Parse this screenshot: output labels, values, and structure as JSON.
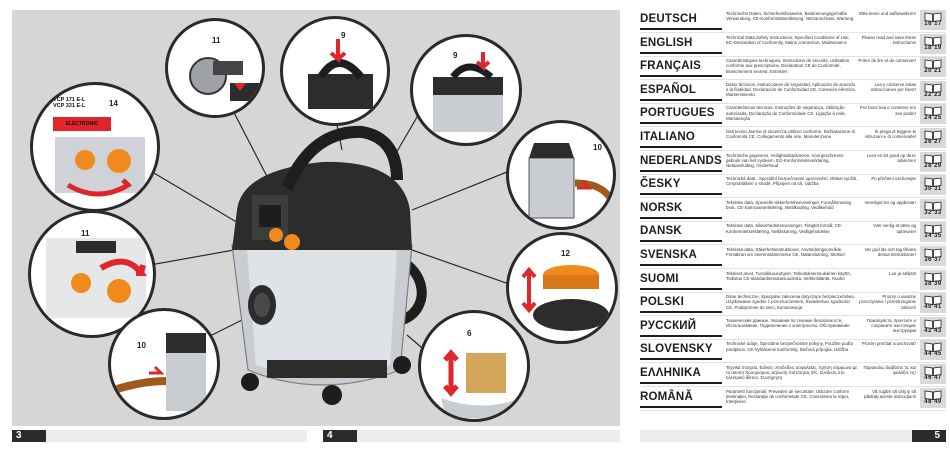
{
  "pages": {
    "left": "3",
    "middle": "4",
    "right": "5"
  },
  "callouts": [
    {
      "num": "11"
    },
    {
      "num": "9"
    },
    {
      "num": "9"
    },
    {
      "num": "10"
    },
    {
      "num": "14"
    },
    {
      "num": "11"
    },
    {
      "num": "12"
    },
    {
      "num": "10"
    },
    {
      "num": "6"
    }
  ],
  "label_14": {
    "line1": "VCP 171 E-L",
    "line2": "VCP 331 E-L",
    "tag": "ELECTRONIC"
  },
  "colors": {
    "accent": "#f08a1c",
    "body": "#c9ccd1",
    "dark": "#2c2c2c",
    "red": "#e0252b"
  },
  "languages": [
    {
      "name": "DEUTSCH",
      "desc": "Technische Daten, Sicherheitshinweise, Bestimmungsgemäße Verwendung, CE-Konformitätserklärung, Netzanschluss, Wartung",
      "note": "Bitte lesen und aufbewahren!",
      "pages": "16 17"
    },
    {
      "name": "ENGLISH",
      "desc": "Technical Data,Safety Instructions, Specified Conditions of Use, EC-Declaration of Conformity, Mains connection, Maintenance",
      "note": "Please read and save these instructions!",
      "pages": "18 19"
    },
    {
      "name": "FRANÇAIS",
      "desc": "Caractéristiques techniques, Instructions de sécurité, Utilisation conforme aux prescriptions, Déclaration CE de Conformité, Branchement secteur, Entretien",
      "note": "Prière de lire et de conserver!",
      "pages": "20 21"
    },
    {
      "name": "ESPAÑOL",
      "desc": "Datos técnicos, Instrucciones de seguridad, Aplicación de acuerdo a la finalidad, Declaración de Conformidad CE, Conexión eléctrica, Mantenimiento",
      "note": "Lea y conserve estas instrucciones por favor!",
      "pages": "22 23"
    },
    {
      "name": "PORTUGUES",
      "desc": "Características técnicas, Instruções de segurança, Utilização autorizada, Declaração de Conformidade CE, Ligação à rede, Manutenção",
      "note": "Por favor leia e conserve em seu poder!",
      "pages": "24 25"
    },
    {
      "name": "ITALIANO",
      "desc": "Dati tecnici,Norme di sicurezza,Utilizzo conforme, Dichiarazione di Conformità CE, Collegamento alla rete, Manutenzione",
      "note": "Si prega di leggere le istruzioni e di conservarle!",
      "pages": "26 27"
    },
    {
      "name": "NEDERLANDS",
      "desc": "Technische gegevens, Veiligheidsadviezen, Voorgeschreven gebruik van het systeem, EG-Konformiteitsverklaring, Netaansluiting, Onderhoud",
      "note": "Lees en let goed op deze adviezen!",
      "pages": "28 29"
    },
    {
      "name": "ČESKY",
      "desc": "Technická data , Speciální bezpečnostní upozornění, Oblast využití, Cerprohlášení o shodě, Připojení na sít, Údržba",
      "note": "Po přečtení uschovejte",
      "pages": "30 31"
    },
    {
      "name": "NORSK",
      "desc": "Tekniske data, Spesielle sikkerhetshenvisninger, Formålsmessig bruk, CE-Samsvarserklæring, Nettilkopling, Vedlikehold",
      "note": "Vennligst les og oppbevar!",
      "pages": "32 33"
    },
    {
      "name": "DANSK",
      "desc": "Tekniske data, Sikkerhedshenvisninger, Tilsigtet formål, CE-Konformitetserklæring, Nettilslutning, Vedligeholdelse",
      "note": "Vær venlig at læse og opbevare!",
      "pages": "34 35"
    },
    {
      "name": "SVENSKA",
      "desc": "Tekniska data, Säkerhetsinstruktioner, Användningsområde, Försäkran om överensstämmelse CE, Nätanslutning, Skötsel",
      "note": "Var god läs och tag tillvara dessa instruktioner!",
      "pages": "36 37"
    },
    {
      "name": "SUOMI",
      "desc": "Tekniset arvot, Turvallisuusohjeet, Tarkoituksenmukainen käyttö, Todistus CE-standardinmukaisuudesta, Verkkoliitäntä, Huolto",
      "note": "Lue ja säilytä!",
      "pages": "38 39"
    },
    {
      "name": "POLSKI",
      "desc": "Dane techniczne, Specjalne zalecenia dotyczące bezpieczeństwa, Użytkowanie zgodne z przeznaczeniem, Świadectwo zgodności CE, Podłączenie do sieci, Konserwacja",
      "note": "Proszę o uważne przeczytanie i przestrzeganie zaleceń",
      "pages": "40 41"
    },
    {
      "name": "РУССКИЙ",
      "desc": "Технические данные, Указания по технике безопасности, Использование, Подключение к электросети, Обслуживание",
      "note": "Пожалуйста, прочтите и сохраните настоящие инструкции",
      "pages": "42 43"
    },
    {
      "name": "SLOVENSKY",
      "desc": "Technické údaje, Špeciálne bezpečnostné pokyny, Použitie podľa predpisov, CE-Vyhlásenie konformity, Sieťová prípojka, Údržba",
      "note": "Prosím prečítať a uschovať!",
      "pages": "44 45"
    },
    {
      "name": "ΕΛΛΗΝΙΚΑ",
      "desc": "Τεχνικά στοιχεία, Ειδικές υποδείξεις ασφαλείας, Χρήση σύμφωνα με το σκοπό προορισμού, Δήλωση πιστότητας ΕΚ, Σύνδεση στο ηλεκτρικό δίκτυο, Συντήρηση",
      "note": "Παρακαλώ διαβάστε τις και φυλάξτε τις!",
      "pages": "46 47"
    },
    {
      "name": "ROMÂNĂ",
      "desc": "Parametri funcţionali, Prevederi de securitate, Utilizare conform destinaţiei, Declaraţie de conformitate CE, Conectarea la reţea, Întreţinere",
      "note": "Vă rugăm să citiţi şi să păstraţi aceste instrucţiuni!",
      "pages": "48 49"
    }
  ]
}
